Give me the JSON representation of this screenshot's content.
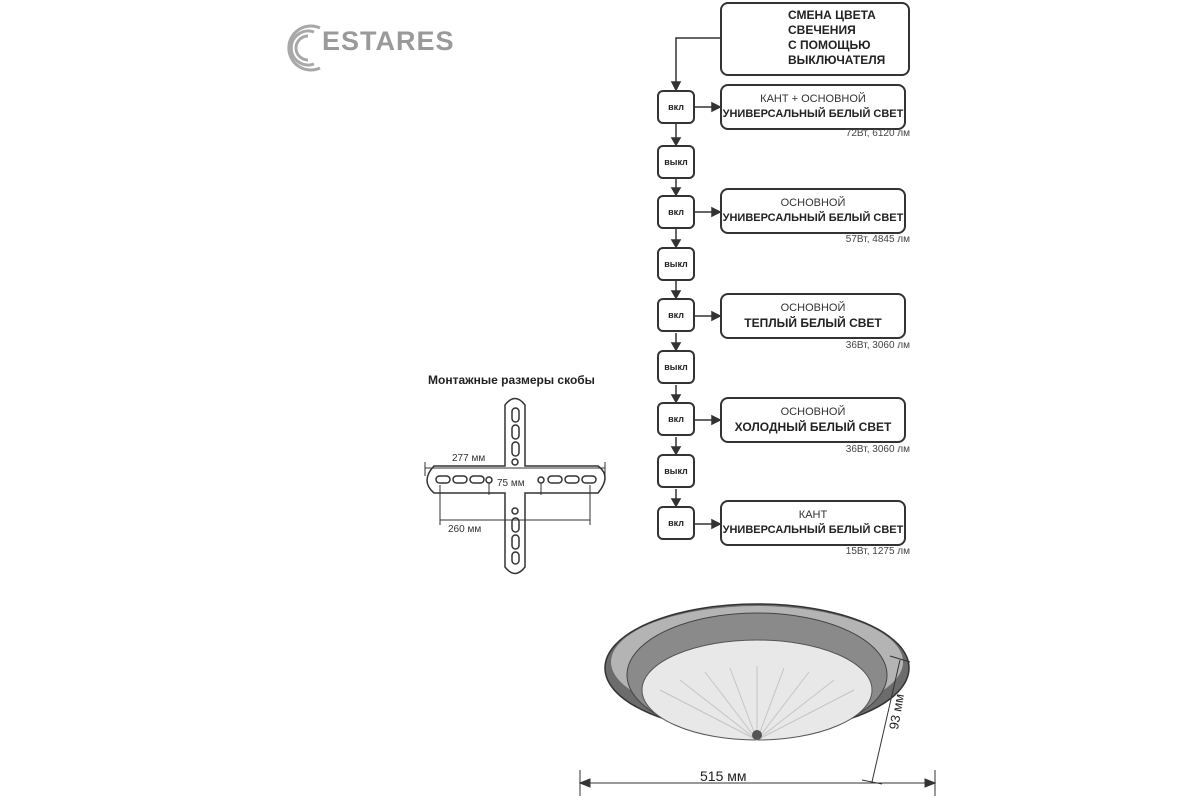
{
  "brand": {
    "logo_text": "ESTARES"
  },
  "switch_header": {
    "line1": "СМЕНА ЦВЕТА",
    "line2": "СВЕЧЕНИЯ",
    "line3": "С ПОМОЩЬЮ",
    "line4": "ВЫКЛЮЧАТЕЛЯ"
  },
  "sequence": [
    {
      "state": "вкл",
      "mode": "КАНТ + ОСНОВНОЙ",
      "light": "УНИВЕРСАЛЬНЫЙ БЕЛЫЙ СВЕТ",
      "power": "72Вт, 6120 лм"
    },
    {
      "state": "выкл"
    },
    {
      "state": "вкл",
      "mode": "ОСНОВНОЙ",
      "light": "УНИВЕРСАЛЬНЫЙ БЕЛЫЙ СВЕТ",
      "power": "57Вт, 4845 лм"
    },
    {
      "state": "выкл"
    },
    {
      "state": "вкл",
      "mode": "ОСНОВНОЙ",
      "light": "ТЕПЛЫЙ БЕЛЫЙ СВЕТ",
      "power": "36Вт, 3060 лм"
    },
    {
      "state": "выкл"
    },
    {
      "state": "вкл",
      "mode": "ОСНОВНОЙ",
      "light": "ХОЛОДНЫЙ БЕЛЫЙ СВЕТ",
      "power": "36Вт, 3060 лм"
    },
    {
      "state": "выкл"
    },
    {
      "state": "вкл",
      "mode": "КАНТ",
      "light": "УНИВЕРСАЛЬНЫЙ БЕЛЫЙ СВЕТ",
      "power": "15Вт, 1275 лм"
    }
  ],
  "bracket": {
    "title": "Монтажные размеры скобы",
    "dim_outer": "277 мм",
    "dim_center": "75 мм",
    "dim_inner": "260 мм"
  },
  "lamp": {
    "diameter": "515 мм",
    "height": "93 мм"
  },
  "colors": {
    "line": "#333333",
    "logo": "#9a9a9a"
  }
}
